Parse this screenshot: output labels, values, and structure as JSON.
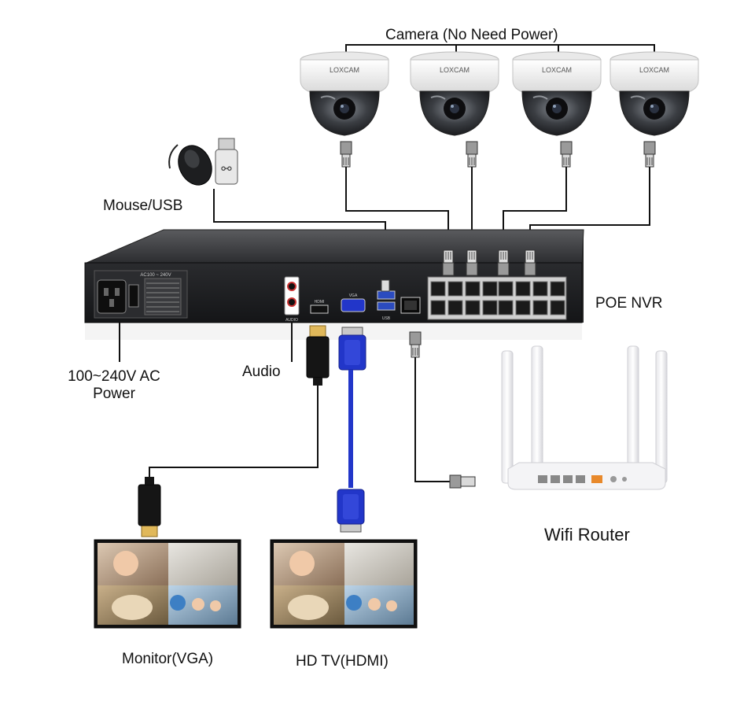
{
  "labels": {
    "camera": "Camera (No Need Power)",
    "mouse_usb": "Mouse/USB",
    "poe_nvr": "POE NVR",
    "power_line1": "100~240V AC",
    "power_line2": "Power",
    "audio": "Audio",
    "wifi_router": "Wifi Router",
    "monitor_vga": "Monitor(VGA)",
    "hdtv_hdmi": "HD TV(HDMI)"
  },
  "device_text": {
    "camera_brand": "LOXCAM",
    "psu_rating": "AC100 ~ 240V",
    "audio_port": "AUDIO",
    "hdmi_port": "HDMI",
    "vga_port": "VGA",
    "usb_port": "USB"
  },
  "colors": {
    "cable": "#111111",
    "nvr_body": "#3a3b3d",
    "nvr_front": "#1c1d1f",
    "vga_blue": "#2236c9",
    "camera_white": "#f3f3f3",
    "router_white": "#f4f4f6",
    "router_orange": "#e8892b"
  }
}
